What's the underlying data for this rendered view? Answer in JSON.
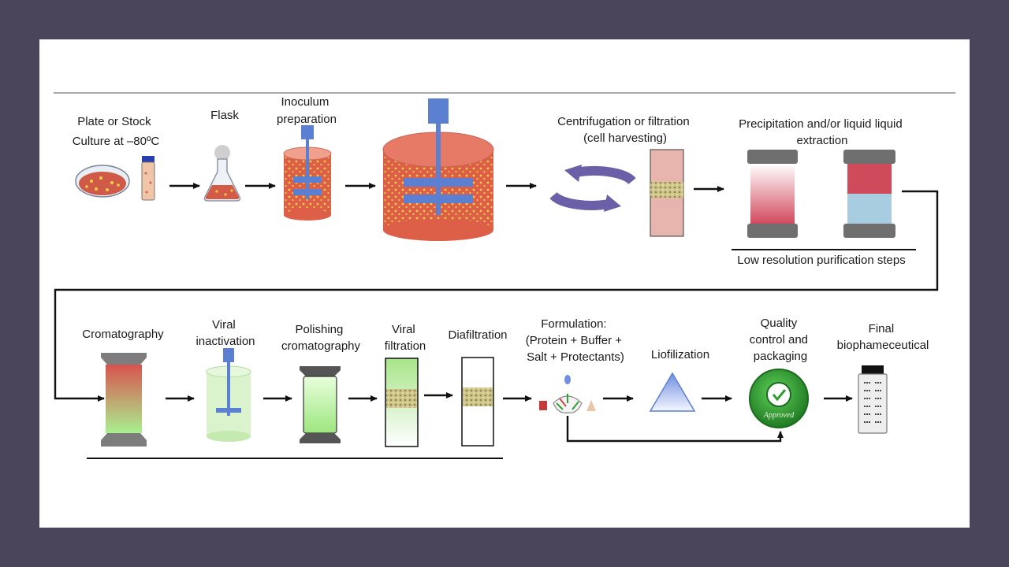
{
  "colors": {
    "slide_frame": "#4b455c",
    "culture_red": "#d6604d",
    "yeast_yellow": "#f2c94c",
    "impeller_blue": "#5b7fd1",
    "arrow_black": "#111111",
    "chromatography_green": "#b6ef9e",
    "cycle_purple": "#6b5fa8",
    "approved_green": "#2f9e33"
  },
  "steps": {
    "plate_stock": [
      "Plate or Stock",
      "Culture at –80ºC"
    ],
    "flask": [
      "Flask"
    ],
    "inoculum": [
      "Inoculum",
      "preparation"
    ],
    "centrifugation": [
      "Centrifugation or filtration",
      "(cell harvesting)"
    ],
    "precipitation": [
      "Precipitation and/or liquid liquid",
      "extraction"
    ],
    "low_resolution": [
      "Low resolution purification steps"
    ],
    "cromatography": [
      "Cromatography"
    ],
    "viral_inactivation": [
      "Viral",
      "inactivation"
    ],
    "polishing": [
      "Polishing",
      "cromatography"
    ],
    "viral_filtration": [
      "Viral",
      "filtration"
    ],
    "diafiltration": [
      "Diafiltration"
    ],
    "formulation": [
      "Formulation:",
      "(Protein + Buffer +",
      "Salt + Protectants)"
    ],
    "liofilization": [
      "Liofilization"
    ],
    "quality": [
      "Quality",
      "control and",
      "packaging"
    ],
    "final": [
      "Final",
      "biophameceutical"
    ]
  },
  "approved_stamp": "Approved"
}
